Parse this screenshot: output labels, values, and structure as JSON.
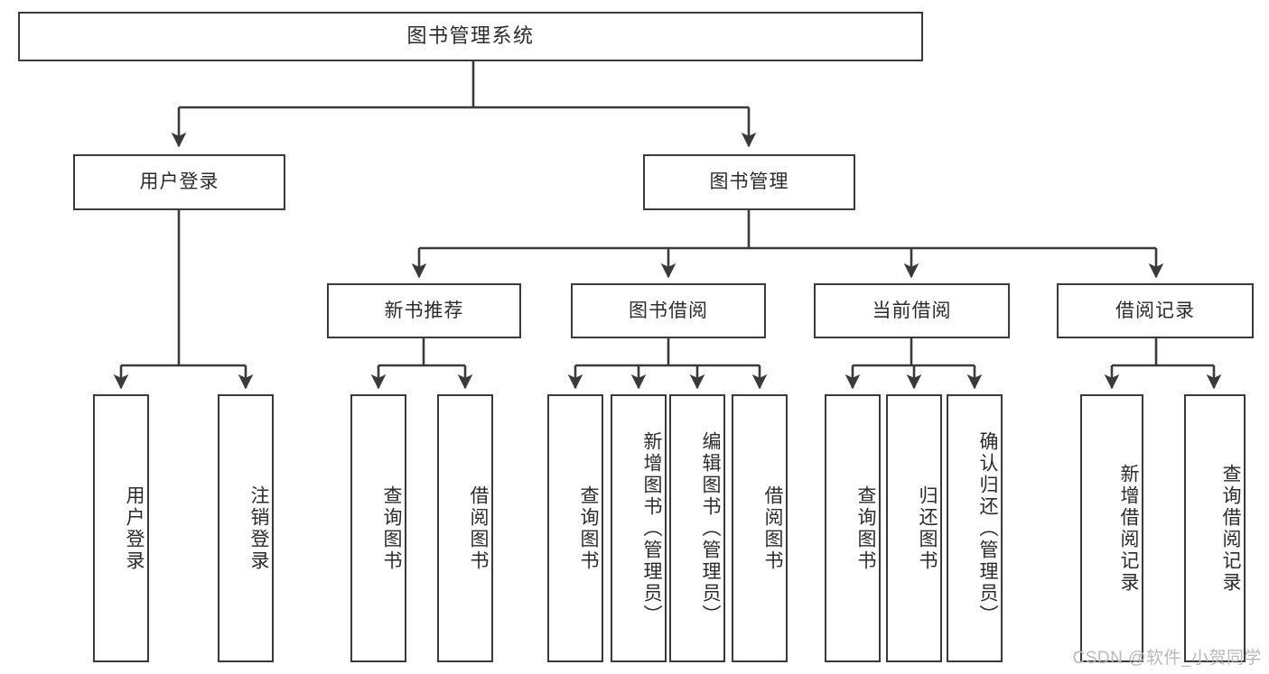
{
  "diagram": {
    "title": "图书管理系统",
    "type": "tree-hierarchy-diagram",
    "colors": {
      "stroke": "#3a3a3a",
      "fill": "#ffffff",
      "text": "#2b2b2b",
      "watermark": "#b9b9b9"
    },
    "root": {
      "label": "图书管理系统"
    },
    "level2": [
      {
        "label": "用户登录"
      },
      {
        "label": "图书管理"
      }
    ],
    "level3": [
      {
        "label": "新书推荐"
      },
      {
        "label": "图书借阅"
      },
      {
        "label": "当前借阅"
      },
      {
        "label": "借阅记录"
      }
    ],
    "leaves": {
      "user_login": [
        {
          "label": "用户登录"
        },
        {
          "label": "注销登录"
        }
      ],
      "new_book_recommend": [
        {
          "label": "查询图书"
        },
        {
          "label": "借阅图书"
        }
      ],
      "book_borrow": [
        {
          "label": "查询图书"
        },
        {
          "label": "新增图书（管理员）"
        },
        {
          "label": "编辑图书（管理员）"
        },
        {
          "label": "借阅图书"
        }
      ],
      "current_borrow": [
        {
          "label": "查询图书"
        },
        {
          "label": "归还图书"
        },
        {
          "label": "确认归还（管理员）"
        }
      ],
      "borrow_record": [
        {
          "label": "新增借阅记录"
        },
        {
          "label": "查询借阅记录"
        }
      ]
    }
  },
  "watermark": {
    "text": "CSDN @软件_小贺同学"
  }
}
